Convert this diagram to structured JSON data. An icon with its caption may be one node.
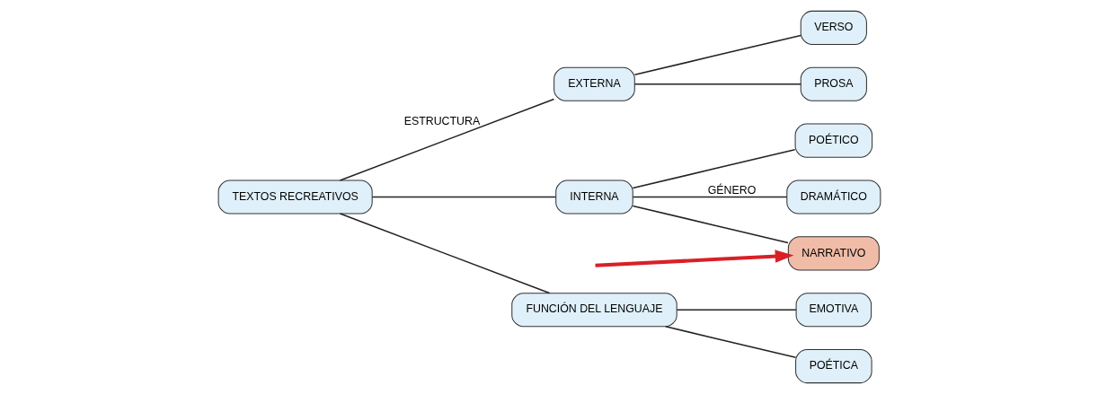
{
  "diagram": {
    "nodes": [
      {
        "text": [
          "TEXTOS RECREATIVOS"
        ]
      },
      {
        "text": [
          "EXTERNA"
        ]
      },
      {
        "text": [
          "VERSO"
        ]
      },
      {
        "text": [
          "PROSA"
        ]
      },
      {
        "text": [
          "INTERNA"
        ]
      },
      {
        "text": [
          "DRAMÁTICO"
        ]
      },
      {
        "text": [
          "POÉTICO"
        ]
      },
      {
        "text": [
          "NARRATIVO"
        ]
      },
      {
        "text": [
          "FUNCIÓN DEL LENGUAJE"
        ]
      },
      {
        "text": [
          "EMOTIVA"
        ]
      },
      {
        "text": [
          "POÉTICA"
        ]
      }
    ],
    "edges": [
      {
        "from": 0,
        "to": 1,
        "arrow": "none",
        "label": "ESTRUCTURA"
      },
      {
        "from": 0,
        "to": 4,
        "arrow": "none"
      },
      {
        "from": 1,
        "to": 2,
        "arrow": "none"
      },
      {
        "from": 1,
        "to": 3,
        "arrow": "none"
      },
      {
        "from": 4,
        "to": 5,
        "arrow": "none",
        "label": "GÉNERO"
      },
      {
        "from": 4,
        "to": 6,
        "arrow": "none"
      },
      {
        "from": 4,
        "to": 7,
        "arrow": "none"
      },
      {
        "from": 0,
        "to": 8,
        "arrow": "none"
      },
      {
        "from": 8,
        "to": 9,
        "arrow": "none"
      },
      {
        "from": 8,
        "to": 10,
        "arrow": "none"
      },
      {
        "from": null,
        "to": 7,
        "arrow": "to",
        "style": "thick",
        "color": "#d92027"
      }
    ]
  }
}
